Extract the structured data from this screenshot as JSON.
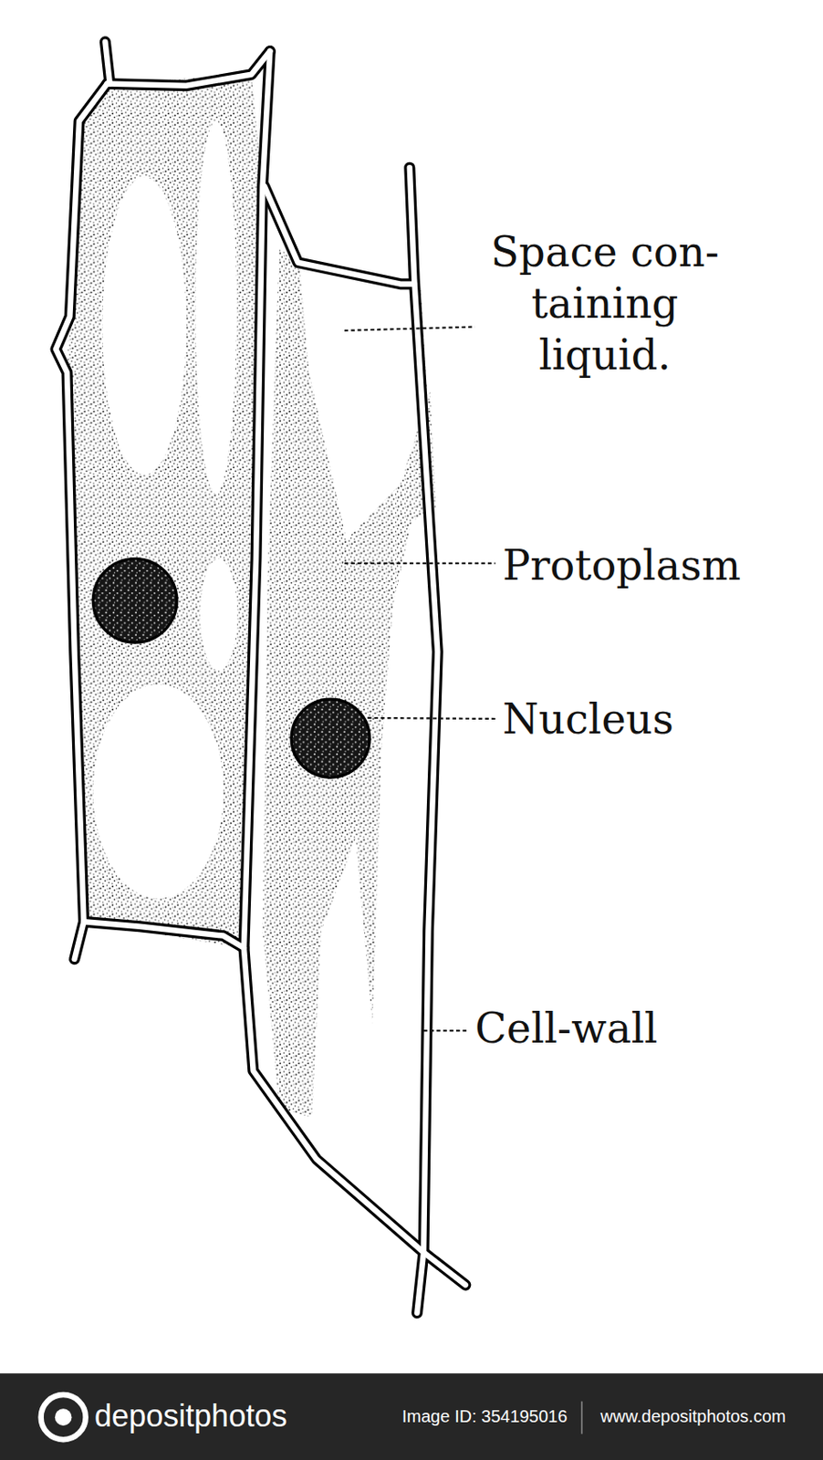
{
  "diagram": {
    "labels": [
      "Space con- taining liquid.",
      "Protoplasm",
      "Nucleus",
      "Cell-wall",
      "depositphotos",
      "Image ID: 354195016",
      "www.depositphotos.com"
    ]
  }
}
